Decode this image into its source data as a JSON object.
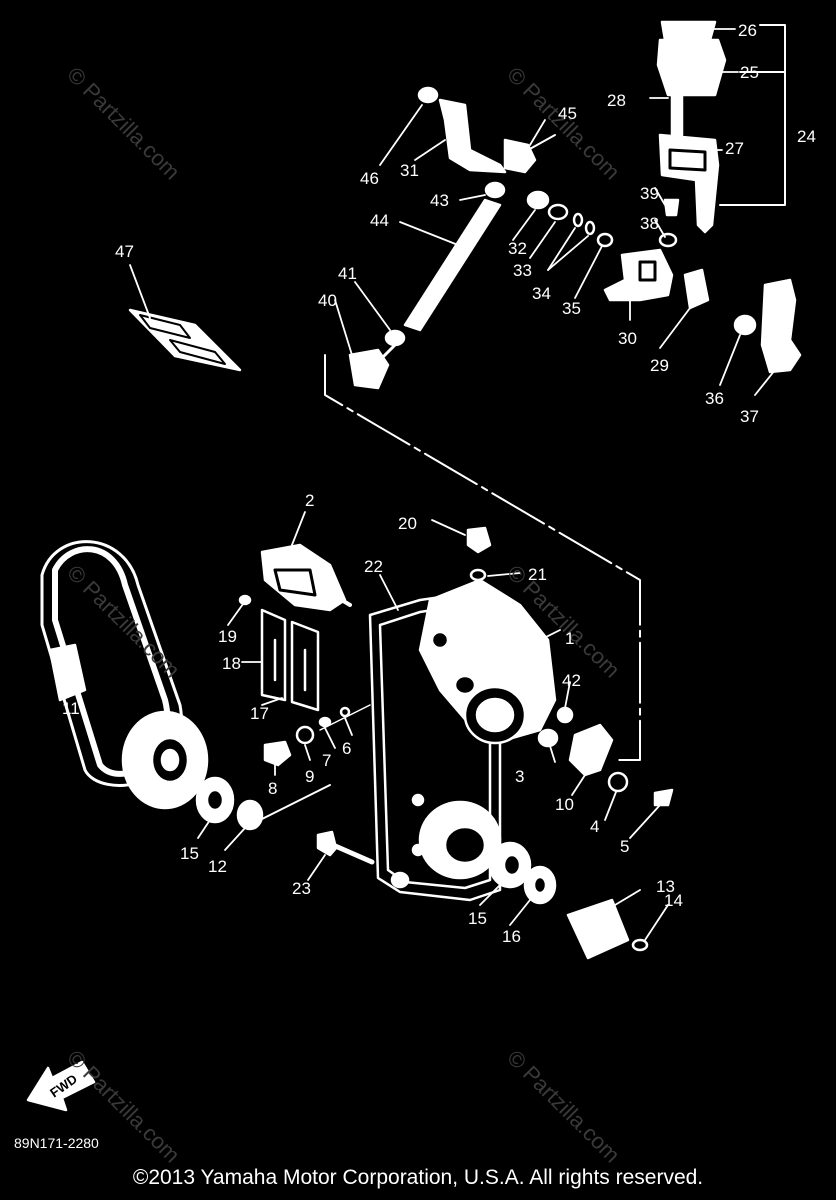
{
  "watermark": "© Partzilla.com",
  "part_code": "89N171-2280",
  "copyright": "©2013 Yamaha Motor Corporation, U.S.A. All rights reserved.",
  "fwd_label": "FWD",
  "callouts": [
    "1",
    "2",
    "3",
    "4",
    "5",
    "6",
    "7",
    "8",
    "9",
    "10",
    "11",
    "12",
    "13",
    "14",
    "15",
    "15",
    "16",
    "17",
    "18",
    "19",
    "20",
    "21",
    "22",
    "23",
    "24",
    "25",
    "26",
    "27",
    "28",
    "29",
    "30",
    "31",
    "32",
    "33",
    "34",
    "35",
    "36",
    "37",
    "38",
    "39",
    "40",
    "41",
    "42",
    "43",
    "44",
    "45",
    "46",
    "47"
  ]
}
